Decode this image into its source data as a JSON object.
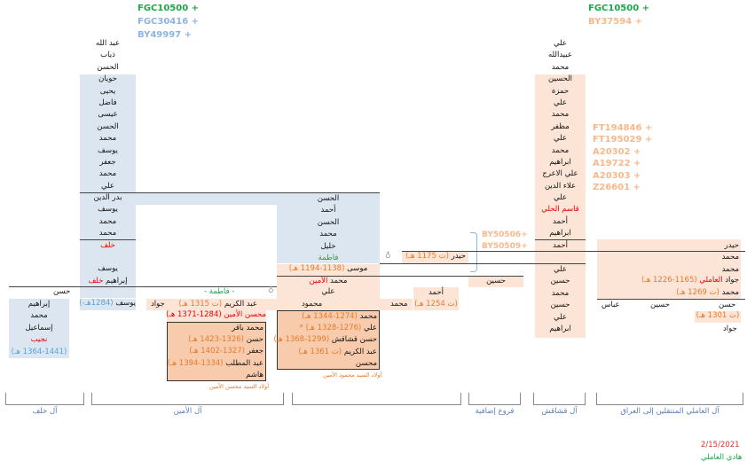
{
  "haplo_left": [
    "FGC10500 +",
    "FGC30416 +",
    "BY49997 +"
  ],
  "haplo_left_colors": [
    "#1aa84a",
    "#8db4e2",
    "#8db4e2"
  ],
  "haplo_right": [
    "FGC10500 +",
    "BY37594 +"
  ],
  "haplo_right_colors": [
    "#1aa84a",
    "#f8b88b"
  ],
  "haplo_right_list": [
    "FT194846 +",
    "FT195029 +",
    "A20302 +",
    "A19722 +",
    "A20303 +",
    "Z26601 +"
  ],
  "haplo_mid": [
    "BY50506+",
    "BY50509+"
  ],
  "left_chain": [
    {
      "t": "عبد الله"
    },
    {
      "t": "ذياب"
    },
    {
      "t": "الحسن"
    },
    {
      "t": "حويان"
    },
    {
      "t": "يحيى"
    },
    {
      "t": "فاضل"
    },
    {
      "t": "عيسى"
    },
    {
      "t": "الحسن"
    },
    {
      "t": "محمد"
    },
    {
      "t": "يوسف"
    },
    {
      "t": "جعفر"
    },
    {
      "t": "محمد"
    },
    {
      "t": "علي"
    },
    {
      "t": "بدر الدين"
    },
    {
      "t": "يوسف"
    },
    {
      "t": "محمد"
    },
    {
      "t": "محمد"
    },
    {
      "t": "خلف",
      "c": "red"
    },
    {
      "t": ""
    },
    {
      "t": "يوسف"
    }
  ],
  "khalaf": {
    "name": "إبراهيم",
    "suffix": "خلف"
  },
  "mid_chain": [
    {
      "t": "الحسن"
    },
    {
      "t": "أحمد"
    },
    {
      "t": "الحسن"
    },
    {
      "t": "محمد"
    },
    {
      "t": "خليل"
    },
    {
      "t": "فاطمة",
      "c": "green"
    }
  ],
  "right_chain": [
    {
      "t": "علي"
    },
    {
      "t": "عبيدالله"
    },
    {
      "t": "محمد"
    },
    {
      "t": "الحسين"
    },
    {
      "t": "حمزة"
    },
    {
      "t": "علي"
    },
    {
      "t": "محمد"
    },
    {
      "t": "مظفر"
    },
    {
      "t": "علي"
    },
    {
      "t": "محمد"
    },
    {
      "t": "ابراهيم"
    },
    {
      "t": "علي الاعرج"
    },
    {
      "t": "علاء الدين"
    },
    {
      "t": "علي"
    },
    {
      "t": "قاسم الحلي",
      "c": "red"
    },
    {
      "t": "أحمد"
    },
    {
      "t": "ابراهيم"
    },
    {
      "t": "أحمد"
    }
  ],
  "right_chain2": [
    {
      "t": "علي"
    },
    {
      "t": "حسين"
    },
    {
      "t": "محمد"
    },
    {
      "t": "حسين"
    },
    {
      "t": "علي"
    },
    {
      "t": "ابراهيم"
    }
  ],
  "amili": [
    {
      "t": "حيدر"
    },
    {
      "t": "محمد"
    },
    {
      "t": "محمد"
    }
  ],
  "amili_jawad": {
    "name": "جواد",
    "tag": "العاملي",
    "dates": "(1165-1226 هـ)"
  },
  "amili_muhammad": {
    "name": "محمد",
    "dates": "(ت 1269 هـ)"
  },
  "amili_sons": [
    "حسن",
    "حسين",
    "عباس"
  ],
  "amili_hasan_date": "(ت 1301 هـ)",
  "amili_jawad2": "جواد",
  "haidar": {
    "name": "حيدر",
    "dates": "(ت 1175 هـ)"
  },
  "musa": {
    "name": "موسى",
    "dates": "(1138-1194 هـ)"
  },
  "muhammad_amin": {
    "name": "محمد",
    "tag": "الأمين"
  },
  "husain": "حسين",
  "ali": "علي",
  "ahmad": {
    "name": "أحمد",
    "dates": "(ت 1254 هـ)"
  },
  "hasan": "حسن",
  "fatima": "- فاطمة -",
  "left_sons": [
    {
      "t": "إبراهيم"
    },
    {
      "t": "محمد"
    },
    {
      "t": "إسماعيل"
    },
    {
      "t": "نجيب",
      "c": "red"
    },
    {
      "t": "(1364-1441 هـ)",
      "c": "lb"
    }
  ],
  "yusuf": {
    "name": "يوسف",
    "dates": "(1284هـ-)"
  },
  "row_sons": {
    "jawad": "جواد",
    "abdulkarim": "عبد الكريم",
    "abdulkarim_dates": "(ت 1315 هـ)",
    "mahmoud": "محمود",
    "muhammad": "محمد"
  },
  "muhsin": "محسن الأمين (1284-1371 هـ)",
  "muhsin_sons": [
    {
      "n": "محمد باقر",
      "d": ""
    },
    {
      "n": "حسن",
      "d": "(1326-1423 هـ)"
    },
    {
      "n": "جعفر",
      "d": "(1327-1402 هـ)"
    },
    {
      "n": "عبد المطلب",
      "d": "(1334-1394 هـ)"
    },
    {
      "n": "هاشم",
      "d": ""
    }
  ],
  "muhsin_caption": "أولاد السيد محسن الأمين",
  "mahmoud_sons": [
    {
      "n": "محمد",
      "d": "(1274-1344 هـ)"
    },
    {
      "n": "علي",
      "d": "(1276-1328 هـ) *"
    },
    {
      "n": "حسن قشاقش",
      "d": "(1299-1368 هـ)"
    },
    {
      "n": "عبد الكريم",
      "d": "(ت 1361 هـ)"
    },
    {
      "n": "محسن",
      "d": ""
    }
  ],
  "mahmoud_caption": "أولاد السيد محمود الأمين",
  "groups": [
    "آل خلف",
    "آل الأمين",
    "فروع إضافية",
    "آل قشاقش",
    "آل العاملي المنتقلين إلى العراق"
  ],
  "date": "2/15/2021",
  "author": "هادي العاملي"
}
